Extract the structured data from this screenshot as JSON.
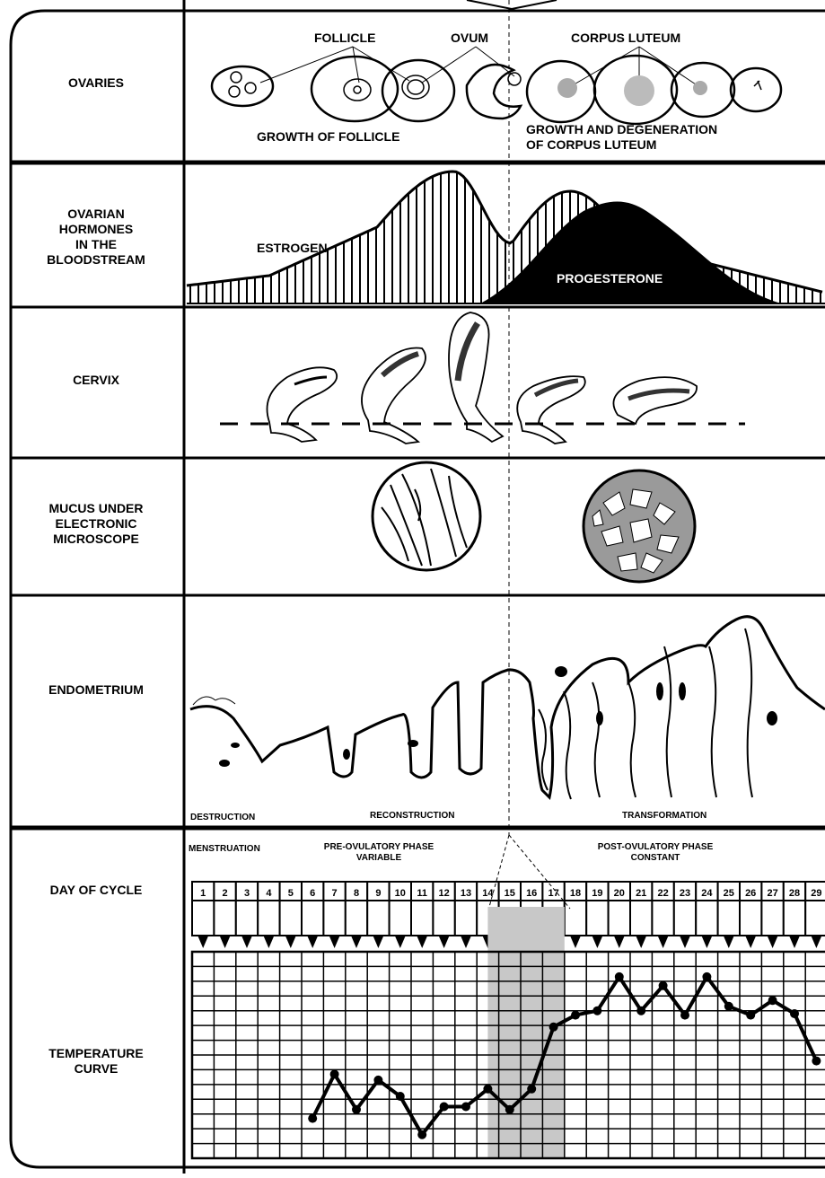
{
  "rows": {
    "ovaries": "OVARIES",
    "hormones": "OVARIAN\nHORMONES\nIN THE\nBLOODSTREAM",
    "cervix": "CERVIX",
    "mucus": "MUCUS UNDER\nELECTRONIC\nMICROSCOPE",
    "endometrium": "ENDOMETRIUM",
    "day_of_cycle": "DAY OF CYCLE",
    "temperature": "TEMPERATURE\nCURVE"
  },
  "ovaries": {
    "follicle": "FOLLICLE",
    "ovum": "OVUM",
    "corpus_luteum": "CORPUS LUTEUM",
    "growth_follicle": "GROWTH OF FOLLICLE",
    "growth_corpus": "GROWTH AND DEGENERATION\nOF CORPUS LUTEUM"
  },
  "hormones": {
    "estrogen": "ESTROGEN",
    "progesterone": "PROGESTERONE"
  },
  "endometrium": {
    "destruction": "DESTRUCTION",
    "reconstruction": "RECONSTRUCTION",
    "transformation": "TRANSFORMATION"
  },
  "phases": {
    "menstruation": "MENSTRUATION",
    "pre": "PRE-OVULATORY PHASE\nVARIABLE",
    "post": "POST-OVULATORY PHASE\nCONSTANT"
  },
  "days": [
    1,
    2,
    3,
    4,
    5,
    6,
    7,
    8,
    9,
    10,
    11,
    12,
    13,
    14,
    15,
    16,
    17,
    18,
    19,
    20,
    21,
    22,
    23,
    24,
    25,
    26,
    27,
    28,
    29
  ],
  "temperature_curve": {
    "levels_from_bottom": [
      null,
      null,
      null,
      null,
      null,
      2.7,
      5.7,
      3.3,
      5.3,
      4.2,
      1.6,
      3.5,
      3.5,
      4.7,
      3.3,
      4.7,
      8.9,
      9.7,
      10,
      12.3,
      10,
      11.7,
      9.7,
      12.3,
      10.3,
      9.7,
      10.7,
      9.8,
      6.6
    ],
    "shaded_days": [
      14,
      15,
      16,
      17
    ]
  },
  "colors": {
    "line": "#000000",
    "shade": "#c8c8c8",
    "grey_mucus": "#9a9a9a"
  }
}
